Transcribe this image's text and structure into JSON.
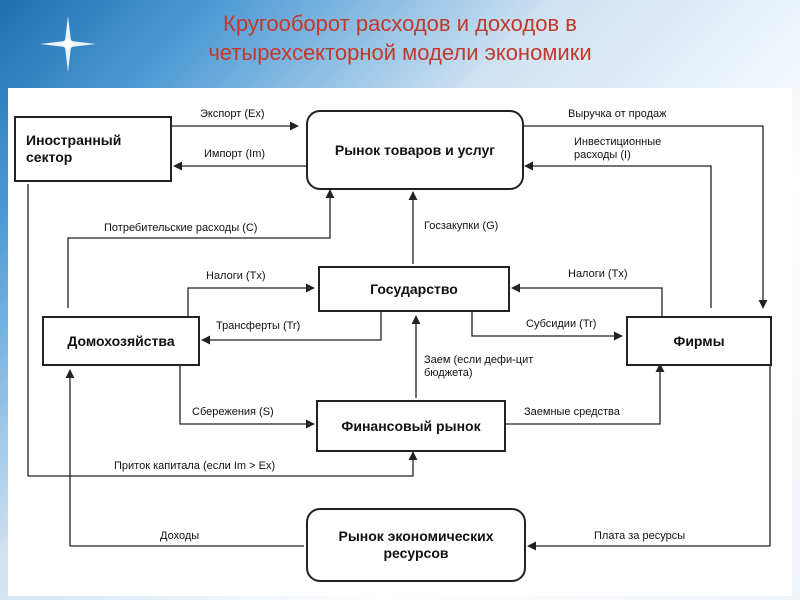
{
  "title": {
    "line1": "Кругооборот расходов и доходов в",
    "line2": "четырехсекторной модели экономики"
  },
  "nodes": {
    "foreign": "Иностранный сектор",
    "goods": "Рынок товаров и услуг",
    "state": "Государство",
    "households": "Домохозяйства",
    "firms": "Фирмы",
    "finance": "Финансовый рынок",
    "resources": "Рынок экономических ресурсов"
  },
  "flows": {
    "export": "Экспорт (Ex)",
    "import": "Импорт (Im)",
    "revenue": "Выручка от продаж",
    "investment": "Инвестиционные расходы (I)",
    "consumption": "Потребительские расходы (C)",
    "govt_purchases": "Госзакупки (G)",
    "taxes_households": "Налоги (Tx)",
    "taxes_firms": "Налоги (Tx)",
    "transfers": "Трансферты (Tr)",
    "subsidies": "Субсидии (Tr)",
    "loan": "Заем (если дефи-цит бюджета)",
    "savings": "Сбережения (S)",
    "borrowed_funds": "Заемные средства",
    "capital_inflow": "Приток капитала (если Im > Ex)",
    "income": "Доходы",
    "resource_payment": "Плата за ресурсы"
  },
  "colors": {
    "title": "#c0392b",
    "line": "#222222"
  }
}
